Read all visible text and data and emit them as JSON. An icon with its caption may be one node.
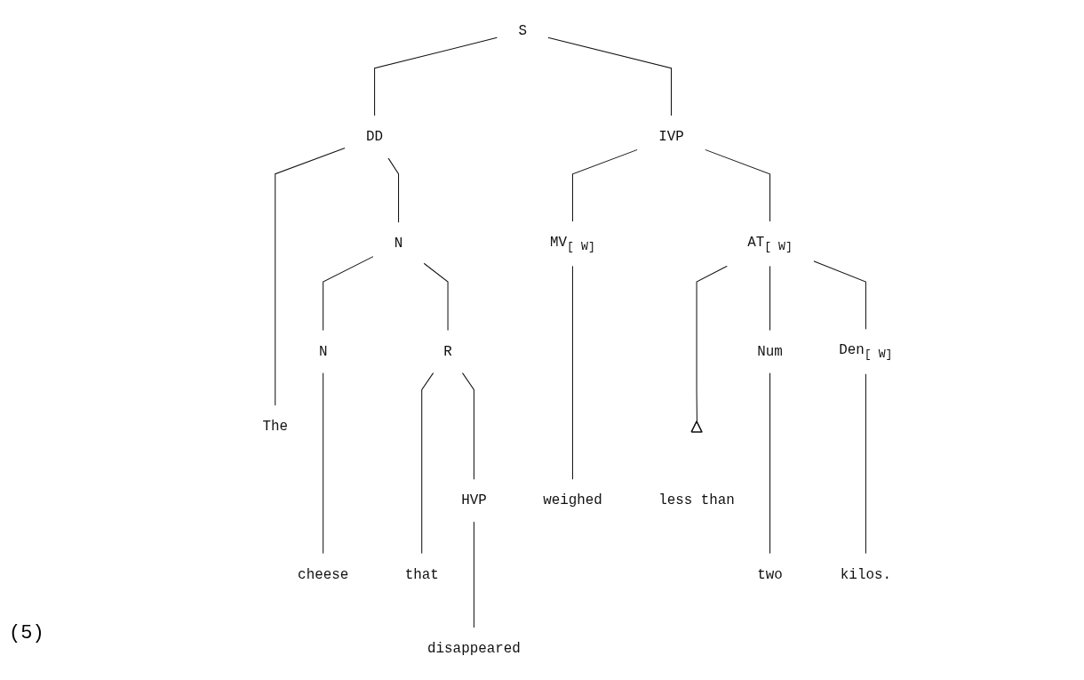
{
  "diagram": {
    "nodes": [
      {
        "text": [
          "S"
        ]
      },
      {
        "text": [
          "DD"
        ]
      },
      {
        "text": [
          "N"
        ]
      },
      {
        "text": [
          "IVP"
        ]
      },
      {
        "text": [
          "R"
        ]
      },
      {
        "text": [
          "AT$_{[ W]}$"
        ]
      },
      {
        "text": [
          "N"
        ]
      },
      {
        "text": [
          "HVP"
        ]
      },
      {
        "text": [
          "MV$_{[ W]}$"
        ]
      },
      {
        "text": [],
        "shape": "triangle"
      },
      {
        "text": [
          "Num"
        ]
      },
      {
        "text": [
          "Den$_{[ W]}$"
        ]
      },
      {
        "text": [
          "The"
        ]
      },
      {
        "text": [
          "cheese"
        ]
      },
      {
        "text": [
          "that"
        ]
      },
      {
        "text": [
          "disappeared"
        ]
      },
      {
        "text": [
          "weighed"
        ]
      },
      {
        "text": [
          "less than"
        ]
      },
      {
        "text": [
          "two"
        ]
      },
      {
        "text": [
          "kilos."
        ]
      }
    ],
    "edges": [
      {
        "from": 0,
        "to": 1,
        "arrow": "none"
      },
      {
        "from": 0,
        "to": 3,
        "arrow": "none"
      },
      {
        "from": 1,
        "to": 12,
        "arrow": "none"
      },
      {
        "from": 1,
        "to": 2,
        "arrow": "none"
      },
      {
        "from": 2,
        "to": 6,
        "arrow": "none"
      },
      {
        "from": 2,
        "to": 4,
        "arrow": "none"
      },
      {
        "from": 4,
        "to": 14,
        "arrow": "none"
      },
      {
        "from": 4,
        "to": 7,
        "arrow": "none"
      },
      {
        "from": 3,
        "to": 8,
        "arrow": "none"
      },
      {
        "from": 3,
        "to": 5,
        "arrow": "none"
      },
      {
        "from": 5,
        "to": 9,
        "arrow": "none"
      },
      {
        "from": 5,
        "to": 10,
        "arrow": "none"
      },
      {
        "from": 5,
        "to": 11,
        "arrow": "none"
      },
      {
        "from": 6,
        "to": 13,
        "arrow": "none"
      },
      {
        "from": 7,
        "to": 15,
        "arrow": "none"
      },
      {
        "from": 8,
        "to": 16,
        "arrow": "none"
      },
      {
        "from": 10,
        "to": 18,
        "arrow": "none"
      },
      {
        "from": 11,
        "to": 19,
        "arrow": "none"
      }
    ],
    "labels": [
      "(5)"
    ]
  }
}
